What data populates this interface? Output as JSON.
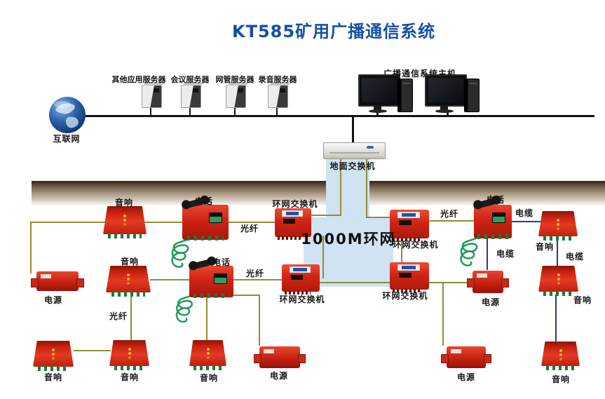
{
  "title": "KT585矿用广播通信系统",
  "surface": {
    "internet": "互联网",
    "servers": [
      "其他应用服务器",
      "会议服务器",
      "网管服务器",
      "录音服务器"
    ],
    "hosts_label": "广播通信系统主机",
    "ground_switch": "地面交换机"
  },
  "ring": {
    "center": "1000M环网",
    "switch": "环网交换机"
  },
  "labels": [
    "音响",
    "电话",
    "光纤",
    "环网交换机",
    "环网交换机",
    "光纤",
    "电话",
    "电缆",
    "音响",
    "电缆",
    "电源",
    "音响",
    "电话",
    "光纤",
    "环网交换机",
    "环网交换机",
    "电缆",
    "电源",
    "音响",
    "光纤",
    "音响",
    "音响",
    "音响",
    "电源",
    "电源",
    "音响"
  ],
  "colors": {
    "title": "#1650a4",
    "device_red": "#d62716",
    "fiber_line": "#8e8e33",
    "cable_line": "#1f3f8f",
    "ring_background": "#cfe3f2",
    "ground_band": "#6d5a44",
    "terminal_green": "#27995f"
  }
}
